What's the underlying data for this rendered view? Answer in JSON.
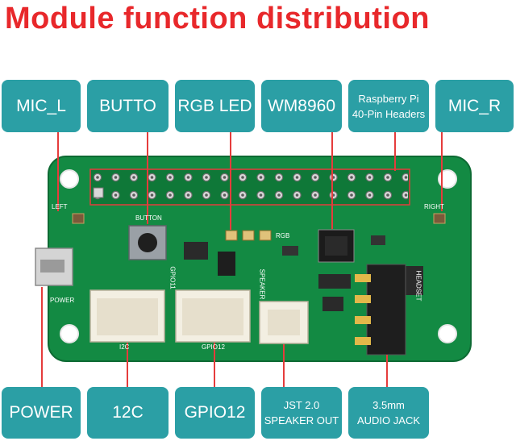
{
  "title": "Module function distribution",
  "top_labels": {
    "mic_l": "MIC_L",
    "button": "BUTTO",
    "rgb_led": "RGB LED",
    "wm8960": "WM8960",
    "rpi_line1": "Raspberry Pi",
    "rpi_line2": "40-Pin Headers",
    "mic_r": "MIC_R"
  },
  "bottom_labels": {
    "power": "POWER",
    "i2c": "12C",
    "gpio12": "GPIO12",
    "jst_line1": "JST 2.0",
    "jst_line2": "SPEAKER OUT",
    "jack_line1": "3.5mm",
    "jack_line2": "AUDIO JACK"
  },
  "board_silkscreen": {
    "left": "LEFT",
    "right": "RIGHT",
    "button": "BUTTON",
    "rgb": "RGB",
    "power": "POWER",
    "i2c": "I2C",
    "gpio_top": "GPIO11",
    "gpio_bottom": "GPIO12",
    "speaker": "SPEAKER",
    "headset": "HEADSET"
  },
  "colors": {
    "title": "#e8282b",
    "label_bg": "#2b9fa5",
    "pcb": "#138a43",
    "leader_line": "#e53c3c"
  }
}
